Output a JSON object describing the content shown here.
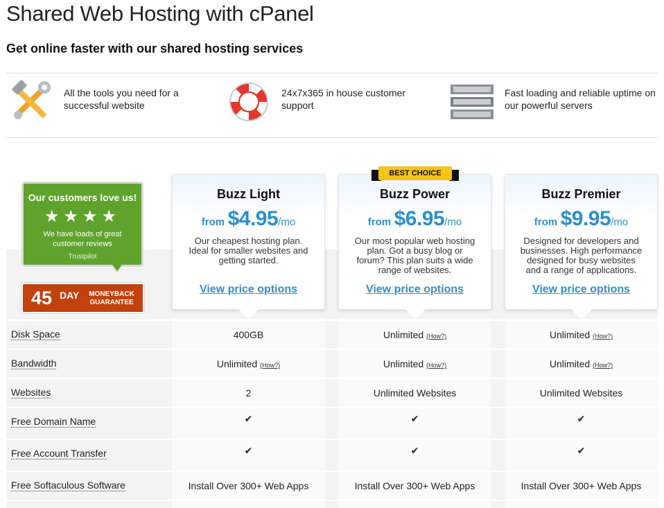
{
  "header": {
    "title": "Shared Web Hosting with cPanel",
    "subtitle": "Get online faster with our shared hosting services"
  },
  "features": [
    {
      "icon": "tools-icon",
      "text": "All the tools you need for a successful website"
    },
    {
      "icon": "lifebuoy-icon",
      "text": "24x7x365 in house customer support"
    },
    {
      "icon": "server-icon",
      "text": "Fast loading and reliable uptime on our powerful servers"
    }
  ],
  "promo": {
    "title": "Our customers love us!",
    "stars": "★★★★",
    "text": "We have loads of great customer reviews",
    "trustpilot": "Trustpilot"
  },
  "moneyback": {
    "number": "45",
    "day": "DAY",
    "text": "MONEYBACK GUARANTEE"
  },
  "badge": {
    "label": "BEST CHOICE"
  },
  "plans": [
    {
      "name": "Buzz Light",
      "from": "from",
      "price": "$4.95",
      "unit": "/mo",
      "description": "Our cheapest hosting plan. Ideal for smaller websites and getting started.",
      "link": "View price options"
    },
    {
      "name": "Buzz Power",
      "from": "from",
      "price": "$6.95",
      "unit": "/mo",
      "description": "Our most popular web hosting plan. Got a busy blog or forum? This plan suits a wide range of websites.",
      "link": "View price options"
    },
    {
      "name": "Buzz Premier",
      "from": "from",
      "price": "$9.95",
      "unit": "/mo",
      "description": "Designed for developers and businesses. High performance designed for busy websites and a range of applications.",
      "link": "View price options"
    }
  ],
  "rows": [
    {
      "label": "Disk Space",
      "cells": [
        "400GB",
        "Unlimited",
        "Unlimited"
      ],
      "how": [
        "",
        "(How?)",
        "(How?)"
      ]
    },
    {
      "label": "Bandwidth",
      "cells": [
        "Unlimited",
        "Unlimited",
        "Unlimited"
      ],
      "how": [
        "(How?)",
        "(How?)",
        "(How?)"
      ]
    },
    {
      "label": "Websites",
      "cells": [
        "2",
        "Unlimited Websites",
        "Unlimited Websites"
      ],
      "how": [
        "",
        "",
        ""
      ]
    },
    {
      "label": "Free Domain Name",
      "cells": [
        "✔",
        "✔",
        "✔"
      ],
      "how": [
        "",
        "",
        ""
      ]
    },
    {
      "label": "Free Account Transfer",
      "cells": [
        "✔",
        "✔",
        "✔"
      ],
      "how": [
        "",
        "",
        ""
      ]
    },
    {
      "label": "Free Softaculous Software",
      "cells": [
        "Install Over 300+ Web Apps",
        "Install Over 300+ Web Apps",
        "Install Over 300+ Web Apps"
      ],
      "how": [
        "",
        "",
        ""
      ]
    }
  ],
  "colors": {
    "accent_blue": "#2c8fcb",
    "promo_green": "#5fa32c",
    "moneyback_orange": "#c2410c",
    "check_orange": "#f07d2a",
    "badge_yellow": "#f6c415"
  }
}
